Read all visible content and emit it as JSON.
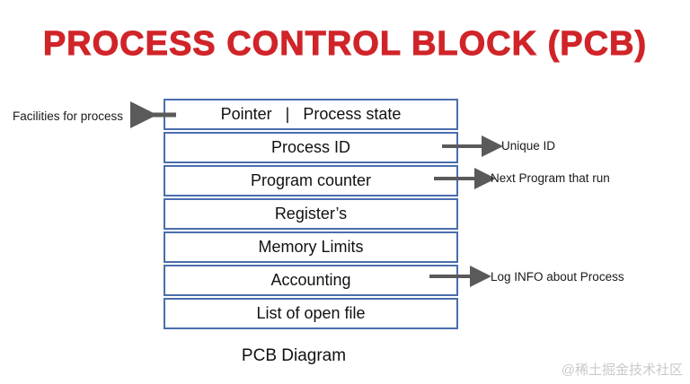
{
  "title": "PROCESS CONTROL BLOCK (PCB)",
  "caption": "PCB Diagram",
  "watermark": "@稀土掘金技术社区",
  "colors": {
    "title_red": "#d02429",
    "border_blue": "#4a6dad",
    "arrow_gray": "#5a5a5a",
    "watermark_gray": "#c9c9c9"
  },
  "pcb": {
    "rows": [
      "Pointer   |   Process state",
      "Process ID",
      "Program counter",
      "Register’s",
      "Memory Limits",
      "Accounting",
      "List of open file"
    ]
  },
  "annotations": {
    "facilities": "Facilities for process",
    "unique_id": "Unique ID",
    "next_program": "Next Program that run",
    "log_info": "Log INFO about Process"
  }
}
